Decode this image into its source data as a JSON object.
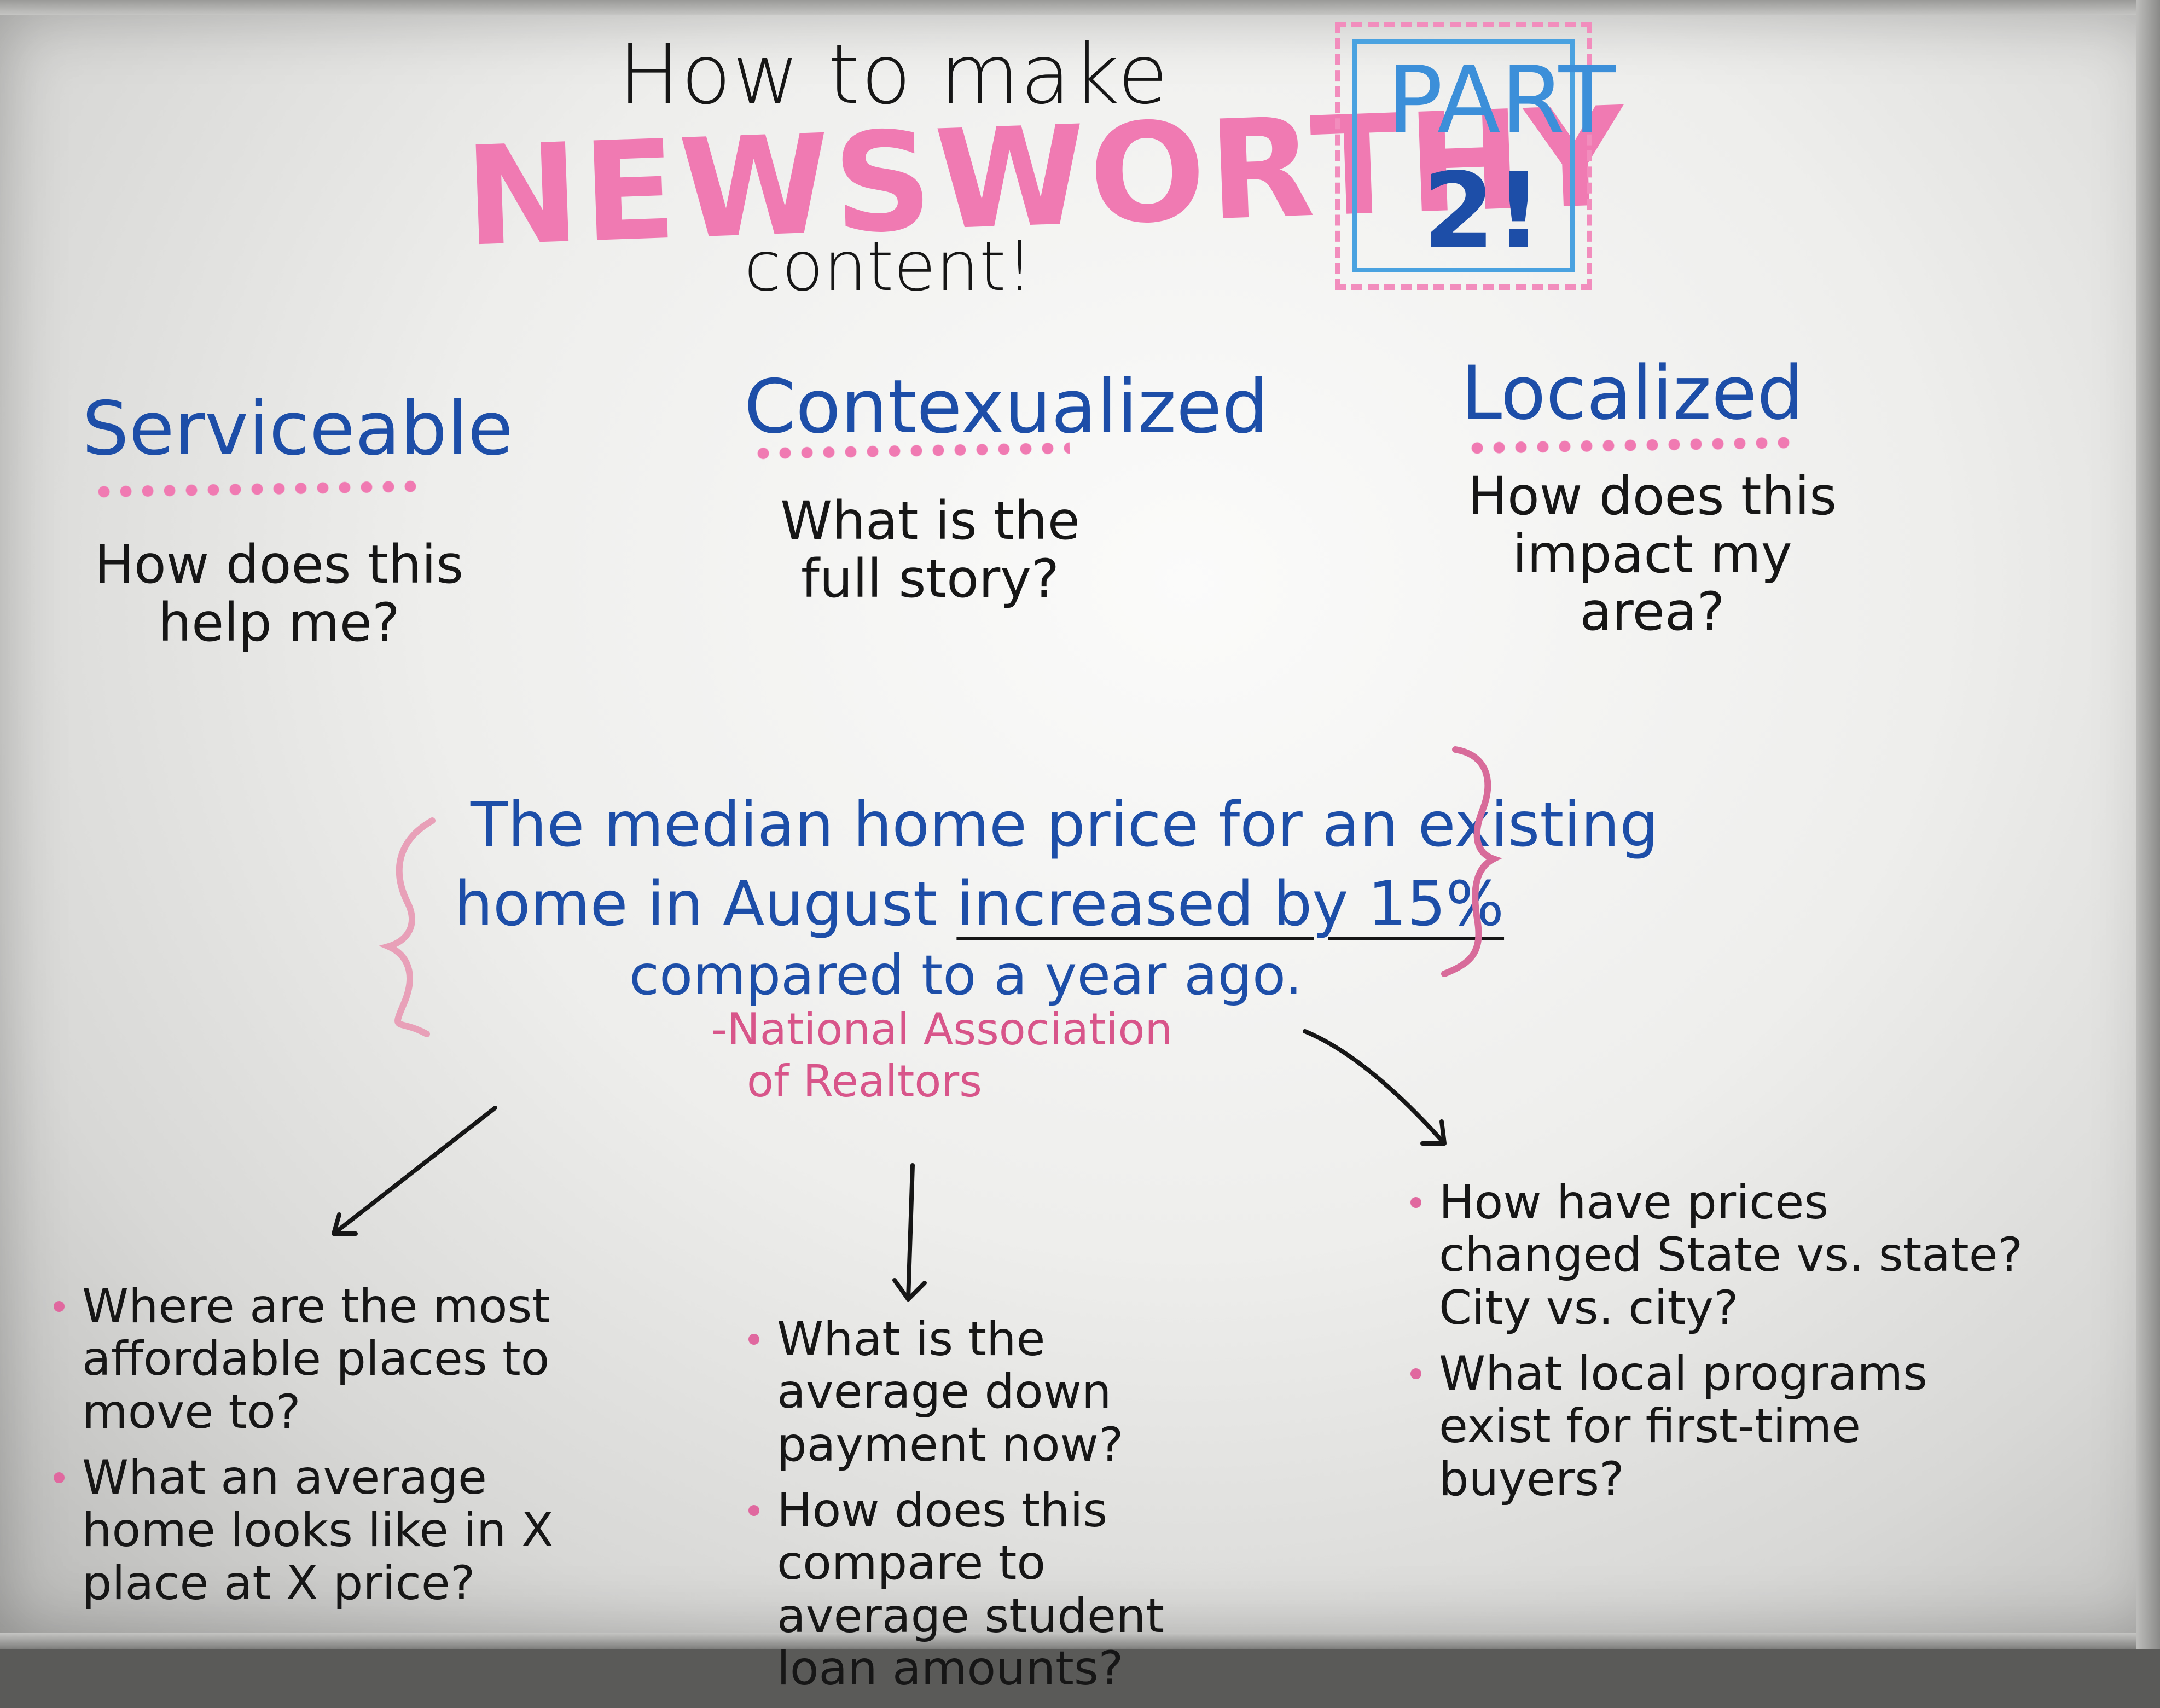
{
  "title": {
    "line1": "How to make",
    "line2": "NEWSWORTHY",
    "line3": "content!"
  },
  "part": {
    "label": "PART",
    "number": "2!"
  },
  "categories": [
    {
      "name": "Serviceable",
      "question": "How does this help me?"
    },
    {
      "name": "Contexualized",
      "question": "What is the full story?"
    },
    {
      "name": "Localized",
      "question": "How does this impact my area?"
    }
  ],
  "quote": {
    "line1": "The median home price for an existing",
    "line2a": "home in August ",
    "line2b": "increased by 15%",
    "line3": "compared to a year ago.",
    "source_line1": "-National Association",
    "source_line2": "of Realtors"
  },
  "bullets": {
    "left": [
      "Where are the most affordable places to move to?",
      "What an average home looks like in X place at X price?"
    ],
    "middle": [
      "What is the average down payment now?",
      "How does this compare to average student loan amounts?"
    ],
    "right": [
      "How have prices changed State vs. state? City vs. city?",
      "What local programs exist for first-time buyers?"
    ]
  },
  "colors": {
    "marker_black": "#161616",
    "marker_blue": "#1d4ea8",
    "marker_pink": "#f07ab2",
    "marker_light_blue": "#3c8fd9"
  }
}
